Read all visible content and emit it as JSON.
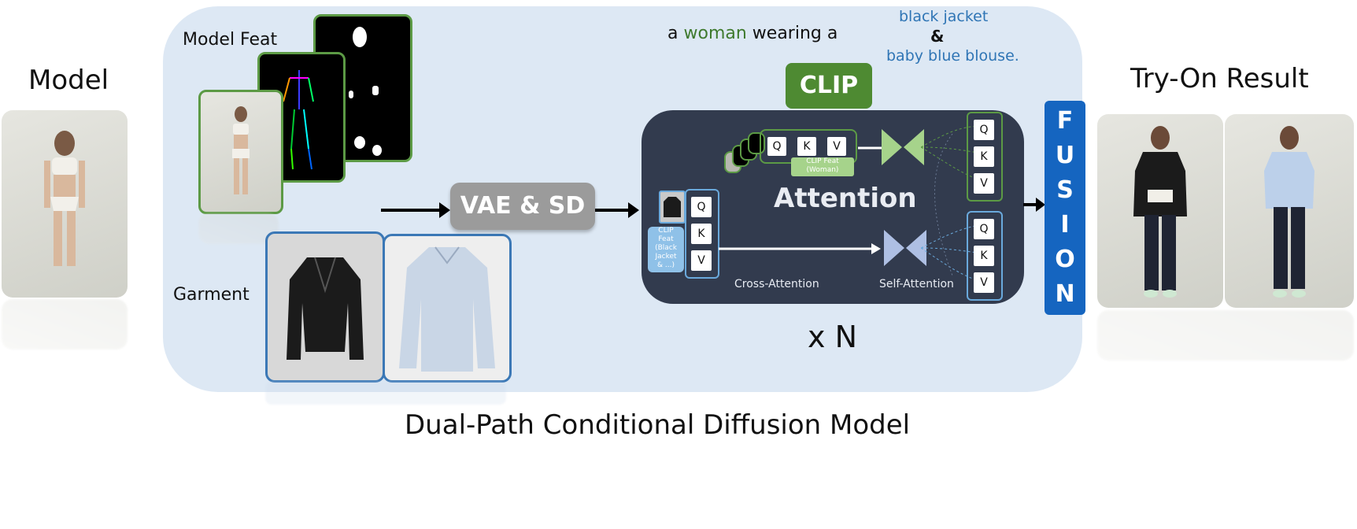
{
  "titles": {
    "model": "Model",
    "result": "Try-On Result",
    "model_feat": "Model Feat",
    "garment": "Garment",
    "bottom": "Dual-Path Conditional Diffusion Model"
  },
  "prompt": {
    "prefix": "a",
    "subject": "woman",
    "verb": "wearing a",
    "item1": "black jacket",
    "amp": "&",
    "item2": "baby blue blouse."
  },
  "blocks": {
    "vae": "VAE & SD",
    "clip": "CLIP",
    "attention": "Attention",
    "fusion_letters": [
      "F",
      "U",
      "S",
      "I",
      "O",
      "N"
    ],
    "cross_attention": "Cross-Attention",
    "self_attention": "Self-Attention",
    "repeat": "x N"
  },
  "clip_feat_woman": [
    "CLIP Feat",
    "(Woman)"
  ],
  "clip_feat_garment": [
    "CLIP",
    "Feat",
    "(Black",
    "Jacket",
    "& ...)"
  ],
  "qkv": [
    "Q",
    "K",
    "V"
  ],
  "colors": {
    "panel": "#dde8f4",
    "green": "#5c9a45",
    "blue": "#3b78b6",
    "attention_bg": "#323b4e",
    "fusion": "#1565c0",
    "clip": "#4e8a32"
  }
}
